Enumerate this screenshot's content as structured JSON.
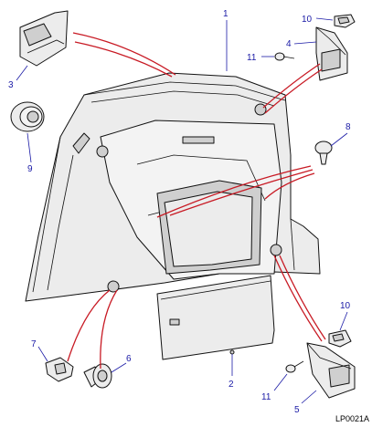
{
  "diagram": {
    "reference": "LP0021A",
    "callouts": [
      {
        "id": "c1",
        "label": "1"
      },
      {
        "id": "c2",
        "label": "2"
      },
      {
        "id": "c3",
        "label": "3"
      },
      {
        "id": "c4",
        "label": "4"
      },
      {
        "id": "c5",
        "label": "5"
      },
      {
        "id": "c6",
        "label": "6"
      },
      {
        "id": "c7",
        "label": "7"
      },
      {
        "id": "c8",
        "label": "8"
      },
      {
        "id": "c9",
        "label": "9"
      },
      {
        "id": "c10a",
        "label": "10"
      },
      {
        "id": "c10b",
        "label": "10"
      },
      {
        "id": "c11a",
        "label": "11"
      },
      {
        "id": "c11b",
        "label": "11"
      }
    ],
    "colors": {
      "callout_text": "#1a1aa6",
      "fixing_lines": "#c81a24",
      "outline": "#111111"
    }
  }
}
